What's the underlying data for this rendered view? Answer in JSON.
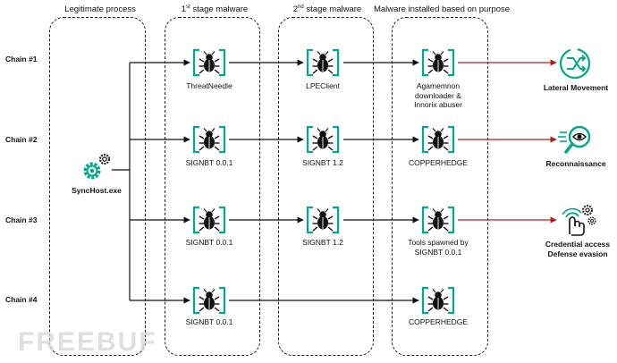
{
  "columns": {
    "legit": "Legitimate process",
    "stage1_prefix": "1",
    "stage1_sup": "st",
    "stage1_rest": " stage malware",
    "stage2_prefix": "2",
    "stage2_sup": "nd",
    "stage2_rest": " stage malware",
    "installed": "Malware installed based on purpose"
  },
  "chains": [
    "Chain #1",
    "Chain #2",
    "Chain #3",
    "Chain #4"
  ],
  "source": {
    "label": "SyncHost.exe",
    "icon": "gear-icon"
  },
  "stage1": [
    "ThreatNeedle",
    "SIGNBT 0.0.1",
    "SIGNBT 0.0.1",
    "SIGNBT 0.0.1"
  ],
  "stage2": [
    "LPEClient",
    "SIGNBT 1.2",
    "SIGNBT 1.2"
  ],
  "installed": {
    "c1_line1": "Agamemnon",
    "c1_line2": "downloader &",
    "c1_line3": "Innorix abuser",
    "c2": "COPPERHEDGE",
    "c3_line1": "Tools spawned by",
    "c3_line2": "SIGNBT 0.0.1",
    "c4": "COPPERHEDGE"
  },
  "purposes": {
    "p1": "Lateral Movement",
    "p2": "Reconnaissance",
    "p3_line1": "Credential access",
    "p3_line2": "Defense evasion"
  },
  "watermark": "FREEBUF",
  "colors": {
    "accent": "#00a88e",
    "arrow": "#b01d1d",
    "line": "#111111"
  }
}
